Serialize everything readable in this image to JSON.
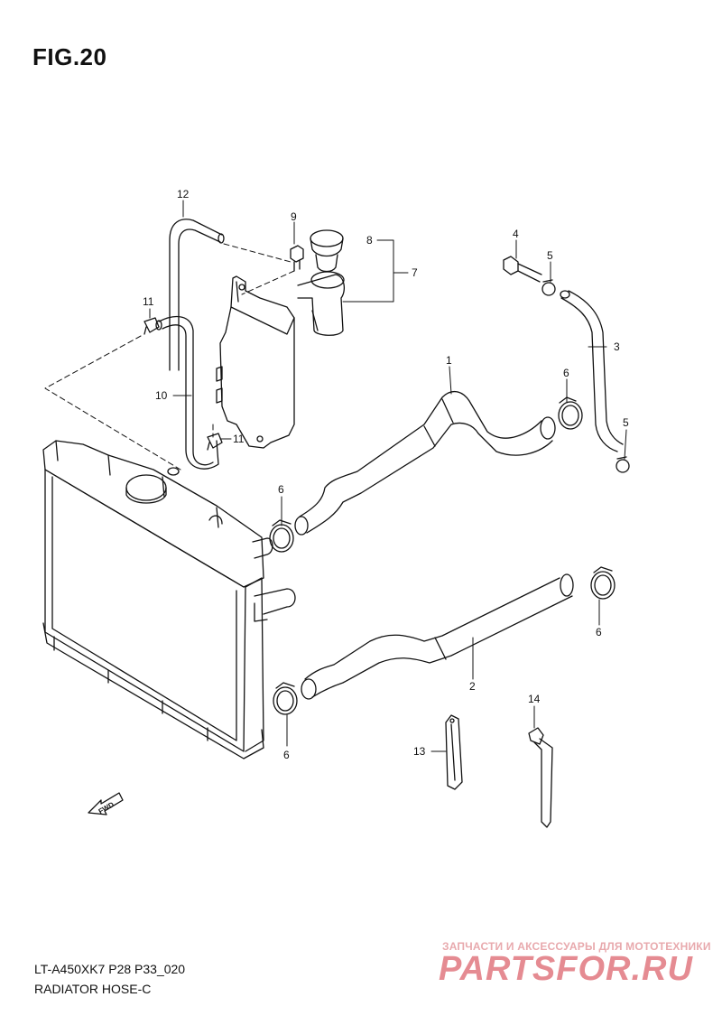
{
  "figure": {
    "title": "FIG.20",
    "code": "LT-A450XK7 P28 P33_020",
    "name": "RADIATOR HOSE-C"
  },
  "callouts": [
    {
      "id": "c12",
      "label": "12"
    },
    {
      "id": "c9",
      "label": "9"
    },
    {
      "id": "c8",
      "label": "8"
    },
    {
      "id": "c7",
      "label": "7"
    },
    {
      "id": "c4",
      "label": "4"
    },
    {
      "id": "c5a",
      "label": "5"
    },
    {
      "id": "c11a",
      "label": "11"
    },
    {
      "id": "c3",
      "label": "3"
    },
    {
      "id": "c1",
      "label": "1"
    },
    {
      "id": "c6a",
      "label": "6"
    },
    {
      "id": "c10",
      "label": "10"
    },
    {
      "id": "c11b",
      "label": "11"
    },
    {
      "id": "c5b",
      "label": "5"
    },
    {
      "id": "c6b",
      "label": "6"
    },
    {
      "id": "c6c",
      "label": "6"
    },
    {
      "id": "c2",
      "label": "2"
    },
    {
      "id": "c14",
      "label": "14"
    },
    {
      "id": "c13",
      "label": "13"
    },
    {
      "id": "c6d",
      "label": "6"
    }
  ],
  "fwd_marker": "FWD",
  "watermark": {
    "tagline": "ЗАПЧАСТИ И АКСЕССУАРЫ ДЛЯ МОТОТЕХНИКИ",
    "brand": "PARTSFOR.RU",
    "color": "#e58b92"
  }
}
